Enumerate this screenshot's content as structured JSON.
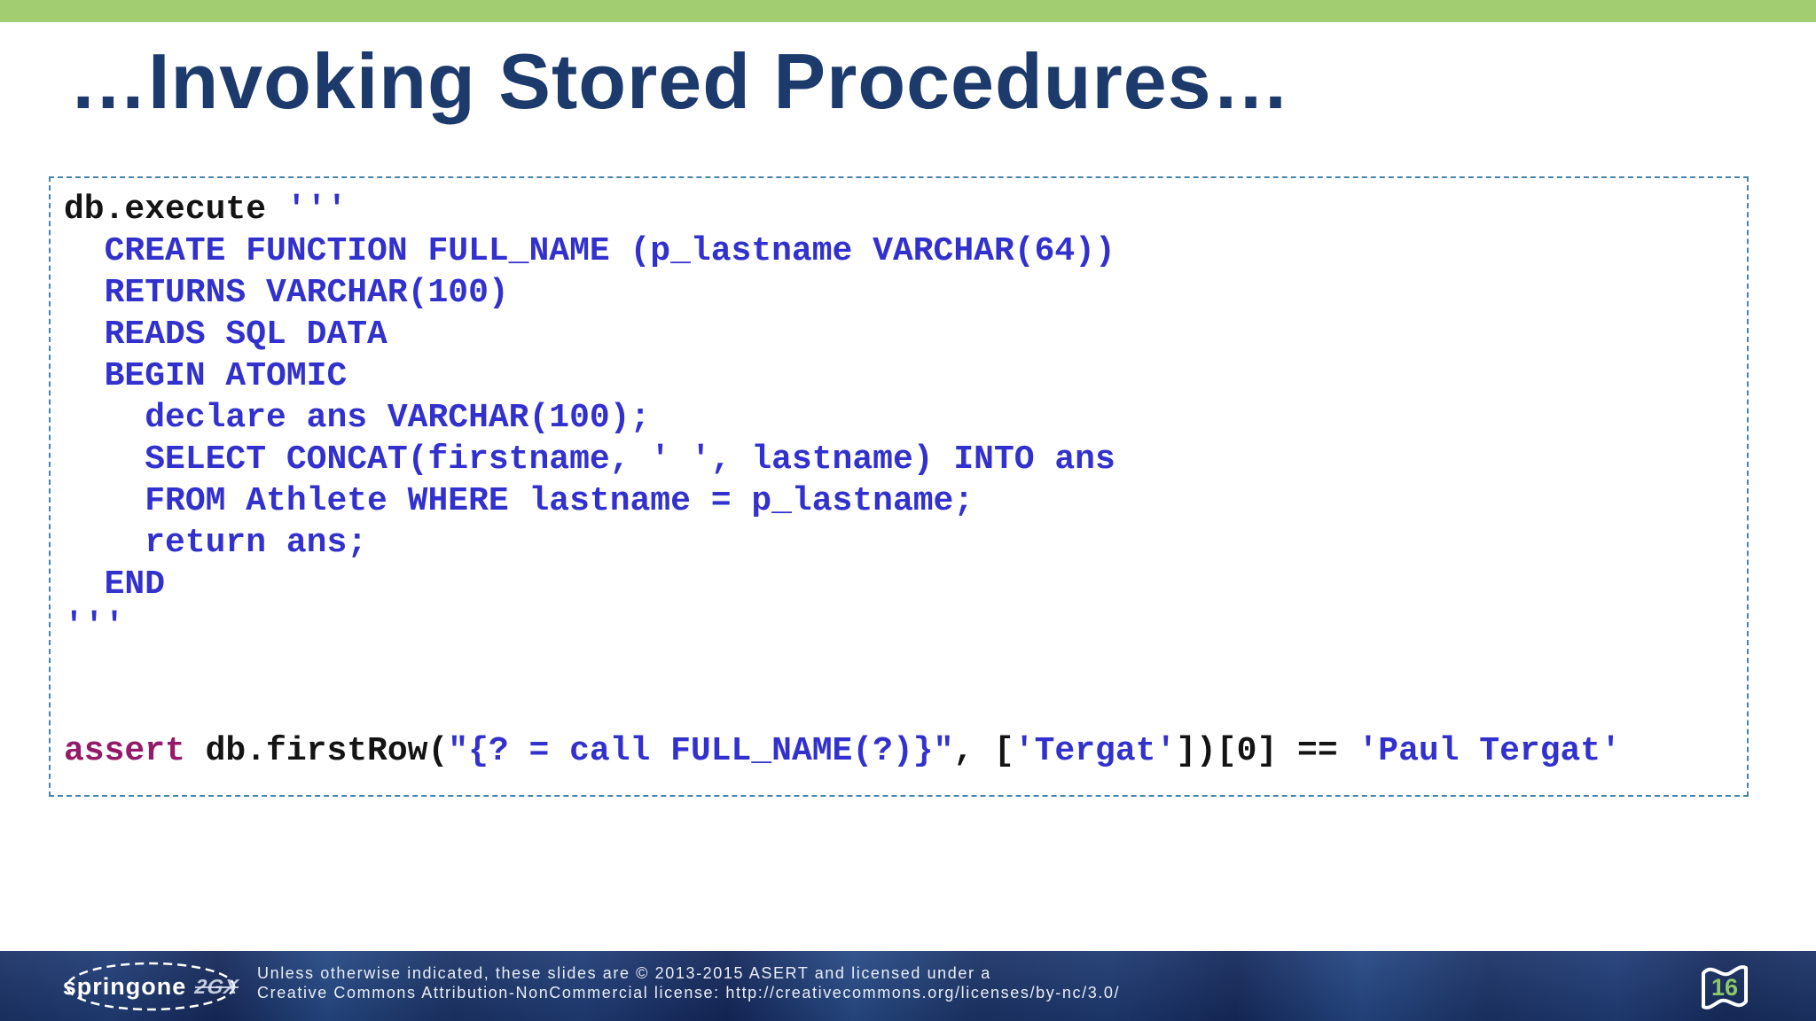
{
  "title": "…Invoking Stored Procedures…",
  "code": {
    "lines": [
      [
        {
          "t": "db.execute ",
          "c": "plain"
        },
        {
          "t": "'''",
          "c": "str"
        }
      ],
      [
        {
          "t": "  CREATE FUNCTION FULL_NAME (p_lastname VARCHAR(64))",
          "c": "str"
        }
      ],
      [
        {
          "t": "  RETURNS VARCHAR(100)",
          "c": "str"
        }
      ],
      [
        {
          "t": "  READS SQL DATA",
          "c": "str"
        }
      ],
      [
        {
          "t": "  BEGIN ATOMIC",
          "c": "str"
        }
      ],
      [
        {
          "t": "    declare ans VARCHAR(100);",
          "c": "str"
        }
      ],
      [
        {
          "t": "    SELECT CONCAT(firstname, ' ', lastname) INTO ans",
          "c": "str"
        }
      ],
      [
        {
          "t": "    FROM Athlete WHERE lastname = p_lastname;",
          "c": "str"
        }
      ],
      [
        {
          "t": "    return ans;",
          "c": "str"
        }
      ],
      [
        {
          "t": "  END",
          "c": "str"
        }
      ],
      [
        {
          "t": "'''",
          "c": "str"
        }
      ],
      [],
      [],
      [
        {
          "t": "assert",
          "c": "kw"
        },
        {
          "t": " db.firstRow(",
          "c": "plain"
        },
        {
          "t": "\"{? = call FULL_NAME(?)}\"",
          "c": "str"
        },
        {
          "t": ", [",
          "c": "plain"
        },
        {
          "t": "'Tergat'",
          "c": "str"
        },
        {
          "t": "])[0] == ",
          "c": "plain"
        },
        {
          "t": "'Paul Tergat'",
          "c": "str"
        }
      ]
    ]
  },
  "footer": {
    "logo_text": "springone",
    "logo_suffix": "2GX",
    "license_line1": "Unless otherwise indicated, these slides are © 2013-2015 ASERT and licensed under a",
    "license_line2": "Creative Commons Attribution-NonCommercial license: http://creativecommons.org/licenses/by-nc/3.0/",
    "page_number": "16"
  },
  "colors": {
    "top_bar_green": "#a2cd71",
    "title_navy": "#1c3a6b",
    "code_string_blue": "#3231ce",
    "code_keyword_magenta": "#941b69",
    "code_plain_black": "#141414",
    "code_box_border_blue": "#4784ad",
    "footer_navy": "#1b3366",
    "page_number_green": "#8cc868"
  }
}
